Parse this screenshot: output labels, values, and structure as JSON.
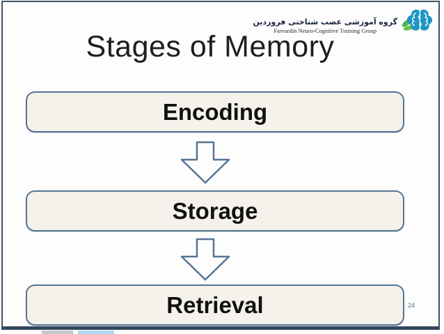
{
  "slide": {
    "title": "Stages of Memory",
    "stages": [
      {
        "label": "Encoding"
      },
      {
        "label": "Storage"
      },
      {
        "label": "Retrieval"
      }
    ],
    "page_number": "24"
  },
  "logo": {
    "name_fa": "گروه آموزشی عصب شناختی فروردین",
    "name_en": "Farvardin Neuro-Cognitive Training Group",
    "icons": [
      "brain-icon",
      "leaf-icon"
    ]
  },
  "colors": {
    "frame_border": "#3e5266",
    "frame_border_bottom": "#33465c",
    "box_fill": "#f5f2ec",
    "box_border": "#567494",
    "arrow_stroke": "#567494",
    "title_text": "#1e1e1e",
    "brain_teal": "#1e96c3",
    "leaf_green": "#57b34c",
    "page_number_gray": "#5f6b76"
  }
}
